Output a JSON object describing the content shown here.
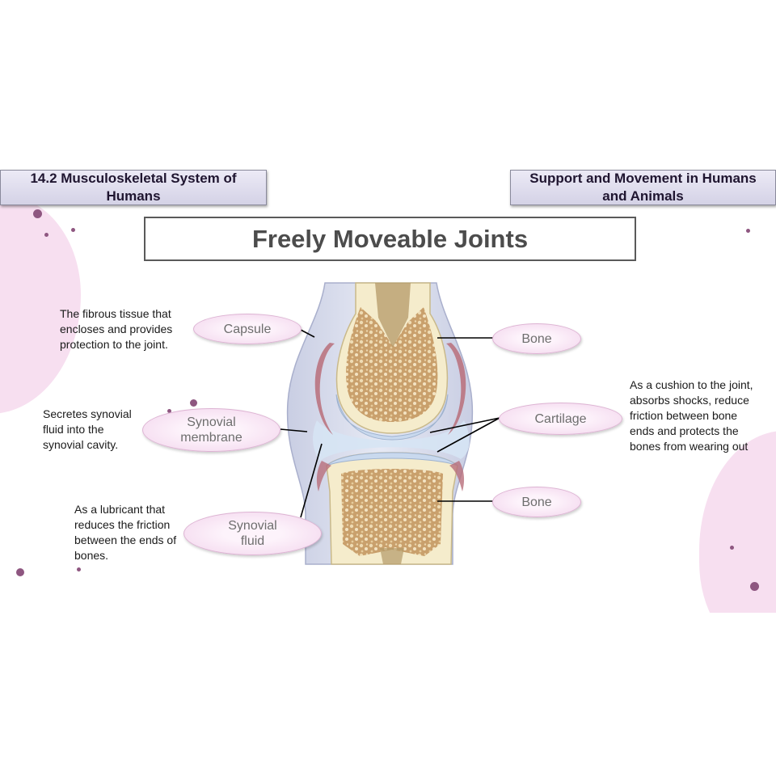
{
  "header": {
    "left_tag": "14.2 Musculoskeletal System of Humans",
    "right_tag": "Support and Movement in Humans and Animals",
    "title": "Freely Moveable Joints"
  },
  "labels": {
    "capsule": "Capsule",
    "bone_top": "Bone",
    "cartilage": "Cartilage",
    "synovial_membrane": "Synovial membrane",
    "bone_bottom": "Bone",
    "synovial_fluid": "Synovial fluid"
  },
  "descriptions": {
    "capsule": "The fibrous tissue that encloses and provides protection to the joint.",
    "synovial_membrane": "Secretes synovial fluid into the synovial cavity.",
    "synovial_fluid": "As a lubricant that reduces the friction between the ends of bones.",
    "cartilage": "As a cushion to the joint, absorbs shocks, reduce friction between bone ends and protects the bones from wearing out"
  },
  "colors": {
    "accent_pink": "#f7dff0",
    "dot_purple": "#8e5680",
    "title_text": "#4c4c4c"
  }
}
